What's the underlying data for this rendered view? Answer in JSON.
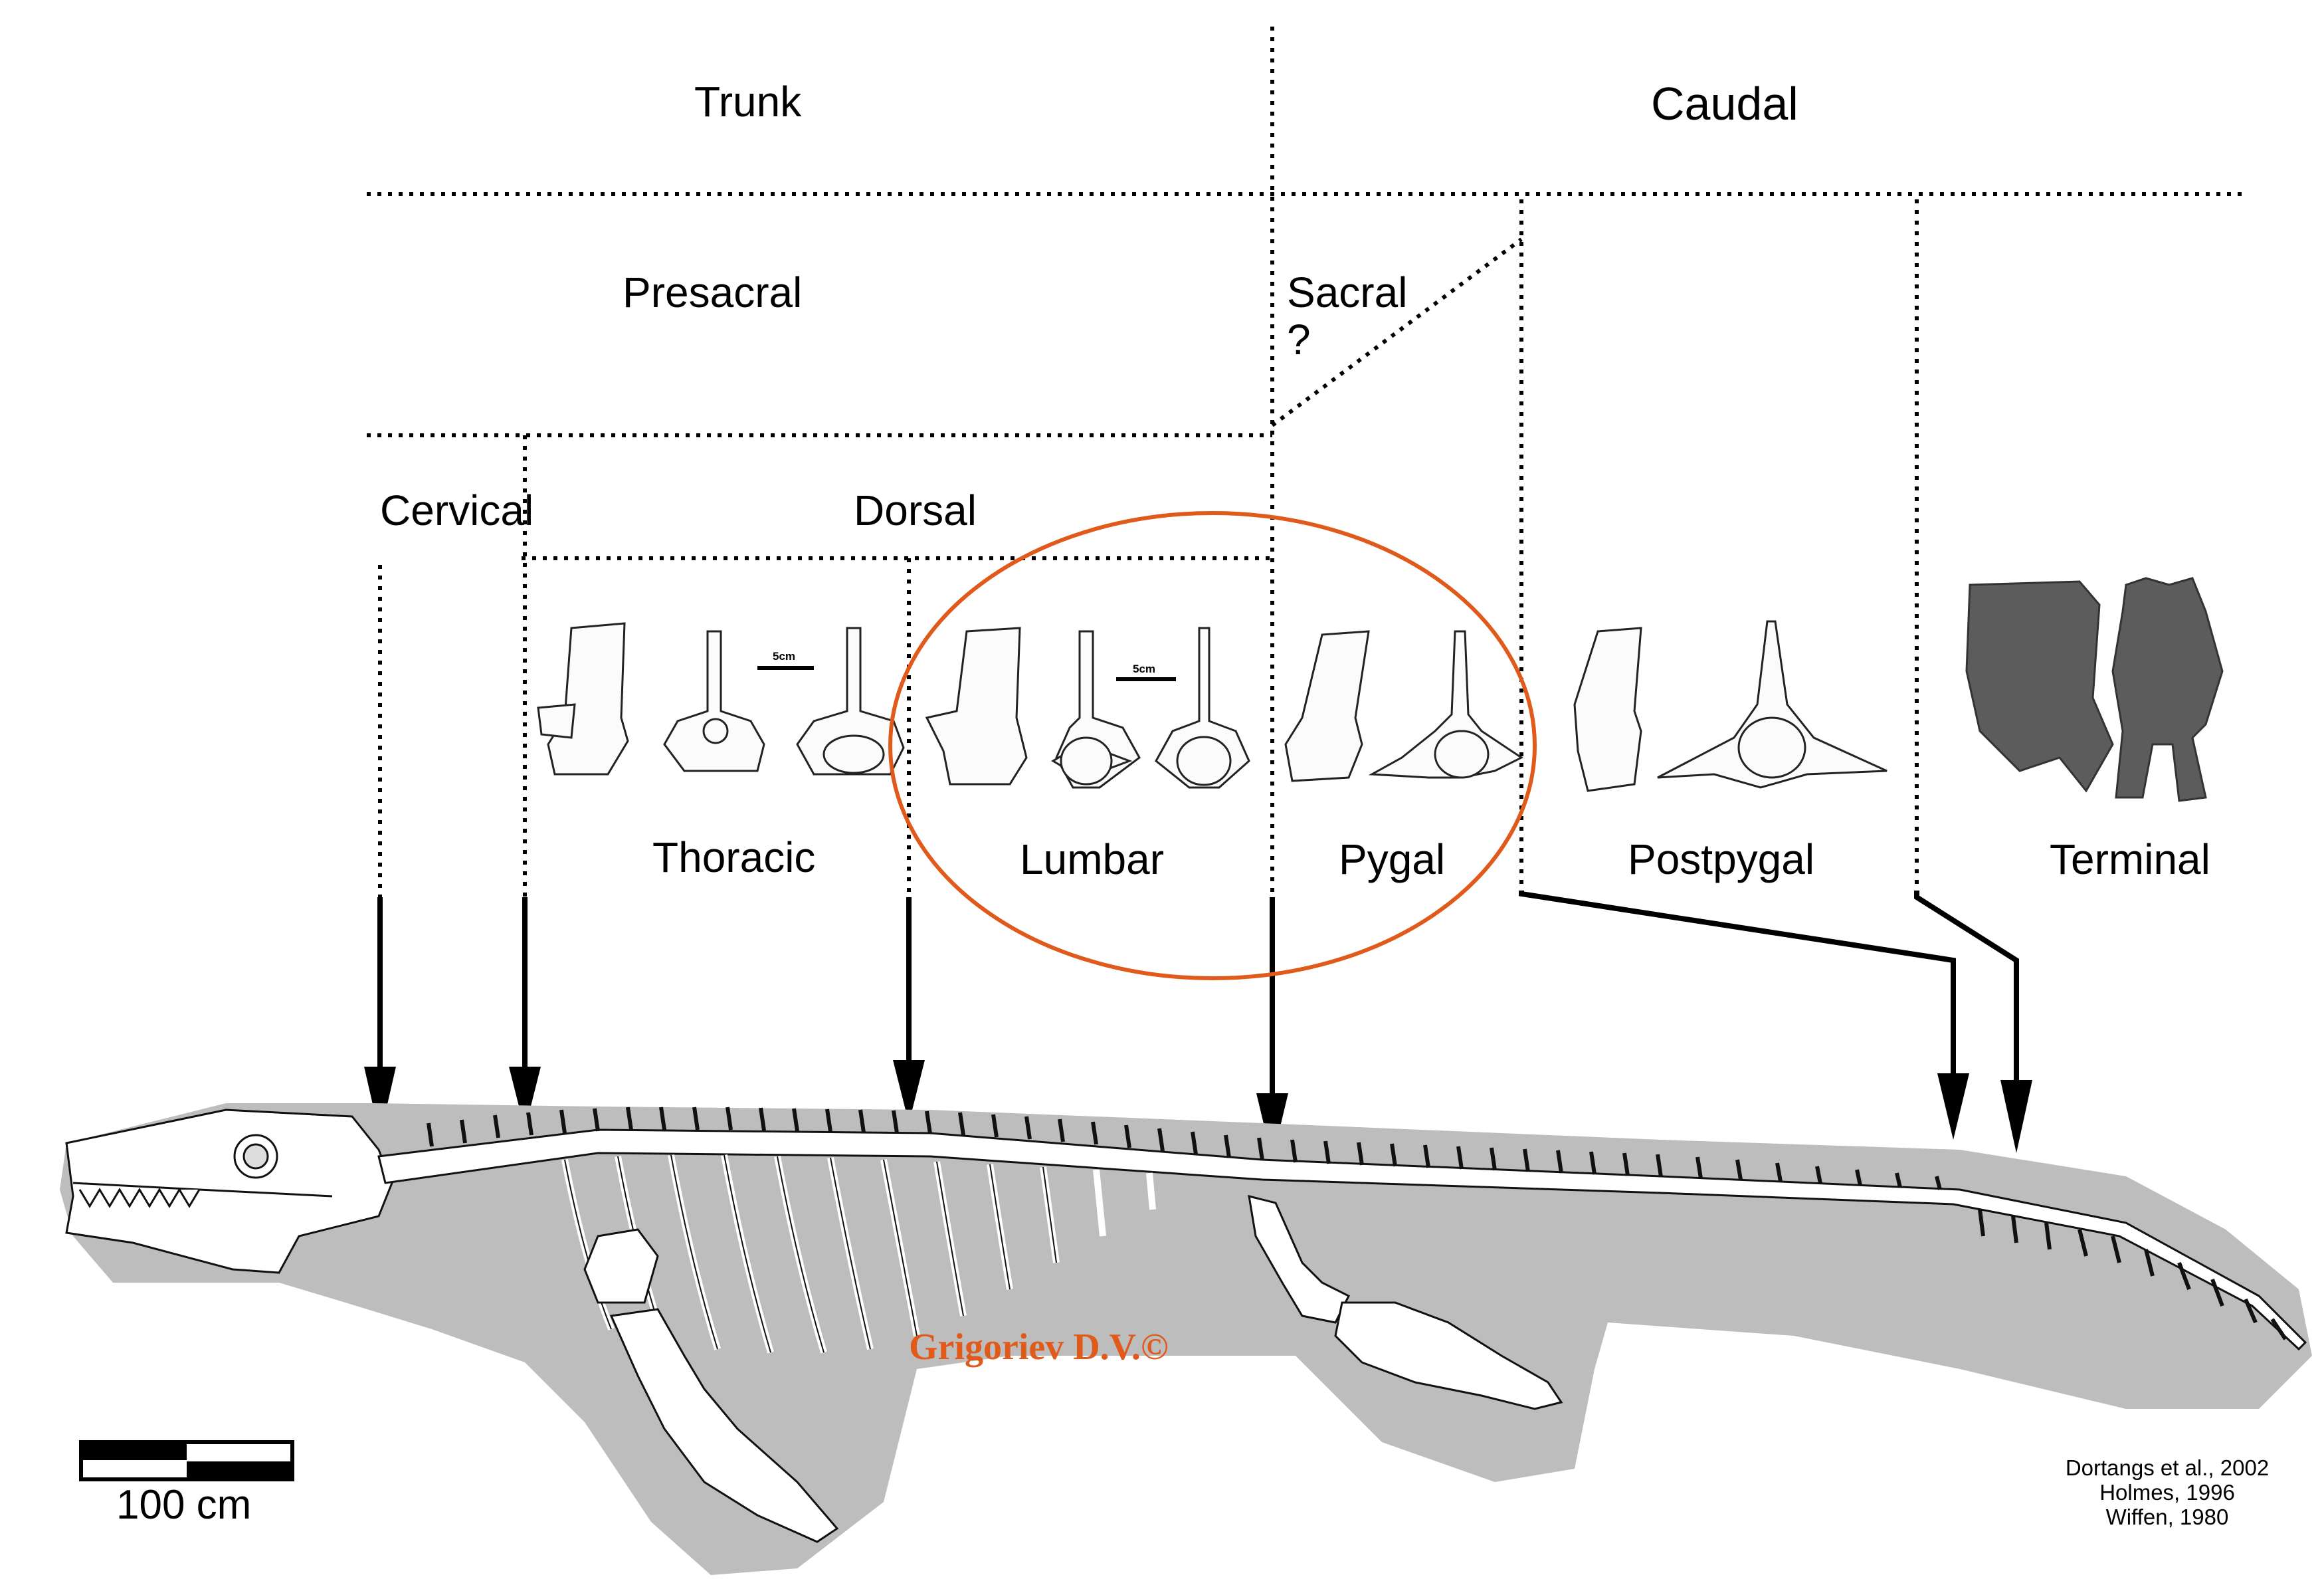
{
  "labels": {
    "trunk": "Trunk",
    "caudal": "Caudal",
    "presacral": "Presacral",
    "sacral": "Sacral",
    "sacral_q": "?",
    "cervical": "Cervical",
    "dorsal": "Dorsal",
    "thoracic": "Thoracic",
    "lumbar": "Lumbar",
    "pygal": "Pygal",
    "postpygal": "Postpygal",
    "terminal": "Terminal"
  },
  "scale_bar": {
    "label": "100 cm"
  },
  "vertebra_scale": {
    "label": "5cm"
  },
  "watermark": "Grigoriev D.V.©",
  "citations": [
    "Dortangs et al., 2002",
    "Holmes, 1996",
    "Wiffen, 1980"
  ],
  "colors": {
    "body_silhouette": "#bdbdbd",
    "highlight_ellipse": "#e05a1c",
    "watermark": "#e05a1c",
    "lines": "#000000"
  }
}
